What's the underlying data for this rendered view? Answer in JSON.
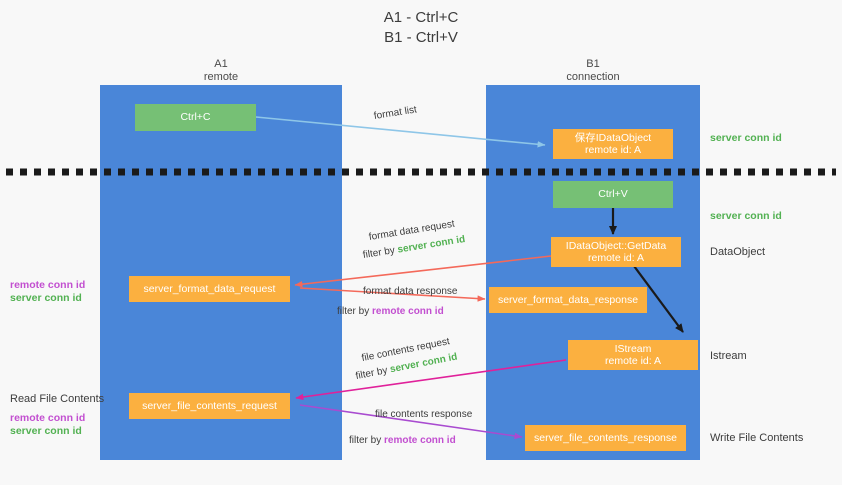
{
  "title": {
    "line1": "A1 - Ctrl+C",
    "line2": "B1 - Ctrl+V"
  },
  "lanes": [
    {
      "id": "a1",
      "name": "A1",
      "role": "remote"
    },
    {
      "id": "b1",
      "name": "B1",
      "role": "connection"
    }
  ],
  "colors": {
    "lane": "#4a86d8",
    "green_box": "#76c075",
    "orange_box": "#fbb040",
    "green_text": "#52b152",
    "purple_text": "#c24fd0",
    "arrow_blue": "#8ec6e8",
    "arrow_red": "#f4695a",
    "arrow_magenta": "#e0219a",
    "arrow_purple": "#a94bd0",
    "arrow_black": "#1a1a1a",
    "background": "#f8f8f8"
  },
  "boxes": {
    "ctrl_c": {
      "label": "Ctrl+C"
    },
    "save_idataobject": {
      "line1": "保存IDataObject",
      "line2": "remote id: A"
    },
    "ctrl_v": {
      "label": "Ctrl+V"
    },
    "getdata": {
      "line1": "IDataObject::GetData",
      "line2": "remote id: A"
    },
    "format_data_request": {
      "label": "server_format_data_request"
    },
    "format_data_response": {
      "label": "server_format_data_response"
    },
    "istream": {
      "line1": "IStream",
      "line2": "remote id: A"
    },
    "file_contents_request": {
      "label": "server_file_contents_request"
    },
    "file_contents_response": {
      "label": "server_file_contents_response"
    }
  },
  "edges": [
    {
      "id": "format-list",
      "label": "format list"
    },
    {
      "id": "format-data-request",
      "label": "format data request",
      "filter_prefix": "filter by ",
      "filter_value": "server conn id"
    },
    {
      "id": "format-data-response",
      "label": "format data response",
      "filter_prefix": "filter by ",
      "filter_value": "remote conn id"
    },
    {
      "id": "file-contents-request",
      "label": "file contents request",
      "filter_prefix": "filter by ",
      "filter_value": "server conn id"
    },
    {
      "id": "file-contents-response",
      "label": "file contents response",
      "filter_prefix": "filter by ",
      "filter_value": "remote conn id"
    }
  ],
  "annotations": {
    "right_server_conn_top": "server conn id",
    "right_server_conn_mid": "server conn id",
    "right_dataobject": "DataObject",
    "right_istream": "Istream",
    "right_write_file_contents": "Write File Contents",
    "left_remote_conn_1": "remote conn id",
    "left_server_conn_1": "server conn id",
    "left_read_file_contents": "Read File Contents",
    "left_remote_conn_2": "remote conn id",
    "left_server_conn_2": "server conn id"
  }
}
